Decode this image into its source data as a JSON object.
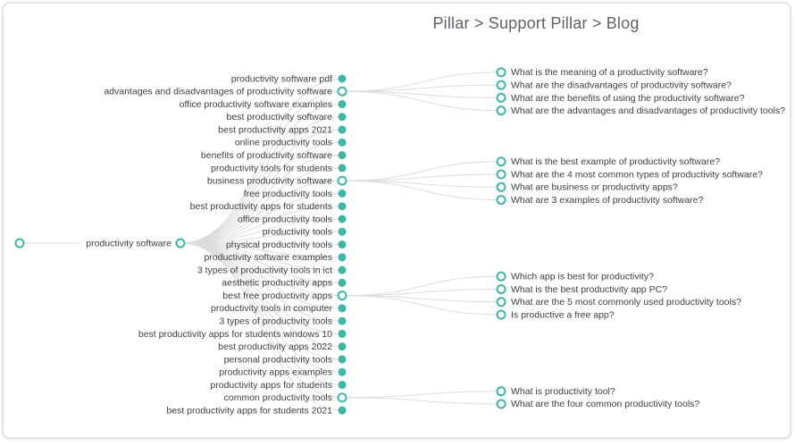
{
  "header": {
    "title": "Pillar > Support Pillar > Blog"
  },
  "colors": {
    "accent": "#3bb8a6",
    "link": "#dcdcdc",
    "label": "#3c4043",
    "title": "#5f6368",
    "background": "#ffffff",
    "frame_border": "#e4e4e4"
  },
  "tree": {
    "root_label": "productivity software",
    "keywords": [
      {
        "label": "productivity software pdf"
      },
      {
        "label": "advantages and disadvantages of productivity software",
        "questions": [
          "What is the meaning of a productivity software?",
          "What are the disadvantages of productivity software?",
          "What are the benefits of using the productivity software?",
          "What are the advantages and disadvantages of productivity tools?"
        ]
      },
      {
        "label": "office productivity software examples"
      },
      {
        "label": "best productivity software"
      },
      {
        "label": "best productivity apps 2021"
      },
      {
        "label": "online productivity tools"
      },
      {
        "label": "benefits of productivity software"
      },
      {
        "label": "productivity tools for students"
      },
      {
        "label": "business productivity software",
        "questions": [
          "What is the best example of productivity software?",
          "What are the 4 most common types of productivity software?",
          "What are business or productivity apps?",
          "What are 3 examples of productivity software?"
        ]
      },
      {
        "label": "free productivity tools"
      },
      {
        "label": "best productivity apps for students"
      },
      {
        "label": "office productivity tools"
      },
      {
        "label": "productivity tools"
      },
      {
        "label": "physical productivity tools"
      },
      {
        "label": "productivity software examples"
      },
      {
        "label": "3 types of productivity tools in ict"
      },
      {
        "label": "aesthetic productivity apps"
      },
      {
        "label": "best free productivity apps",
        "questions": [
          "Which app is best for productivity?",
          "What is the best productivity app PC?",
          "What are the 5 most commonly used productivity tools?",
          "Is productive a free app?"
        ]
      },
      {
        "label": "productivity tools in computer"
      },
      {
        "label": "3 types of productivity tools"
      },
      {
        "label": "best productivity apps for students windows 10"
      },
      {
        "label": "best productivity apps 2022"
      },
      {
        "label": "personal productivity tools"
      },
      {
        "label": "productivity apps examples"
      },
      {
        "label": "productivity apps for students"
      },
      {
        "label": "common productivity tools",
        "questions": [
          "What is productivity tool?",
          "What are the four common productivity tools?"
        ]
      },
      {
        "label": "best productivity apps for students 2021"
      }
    ]
  }
}
